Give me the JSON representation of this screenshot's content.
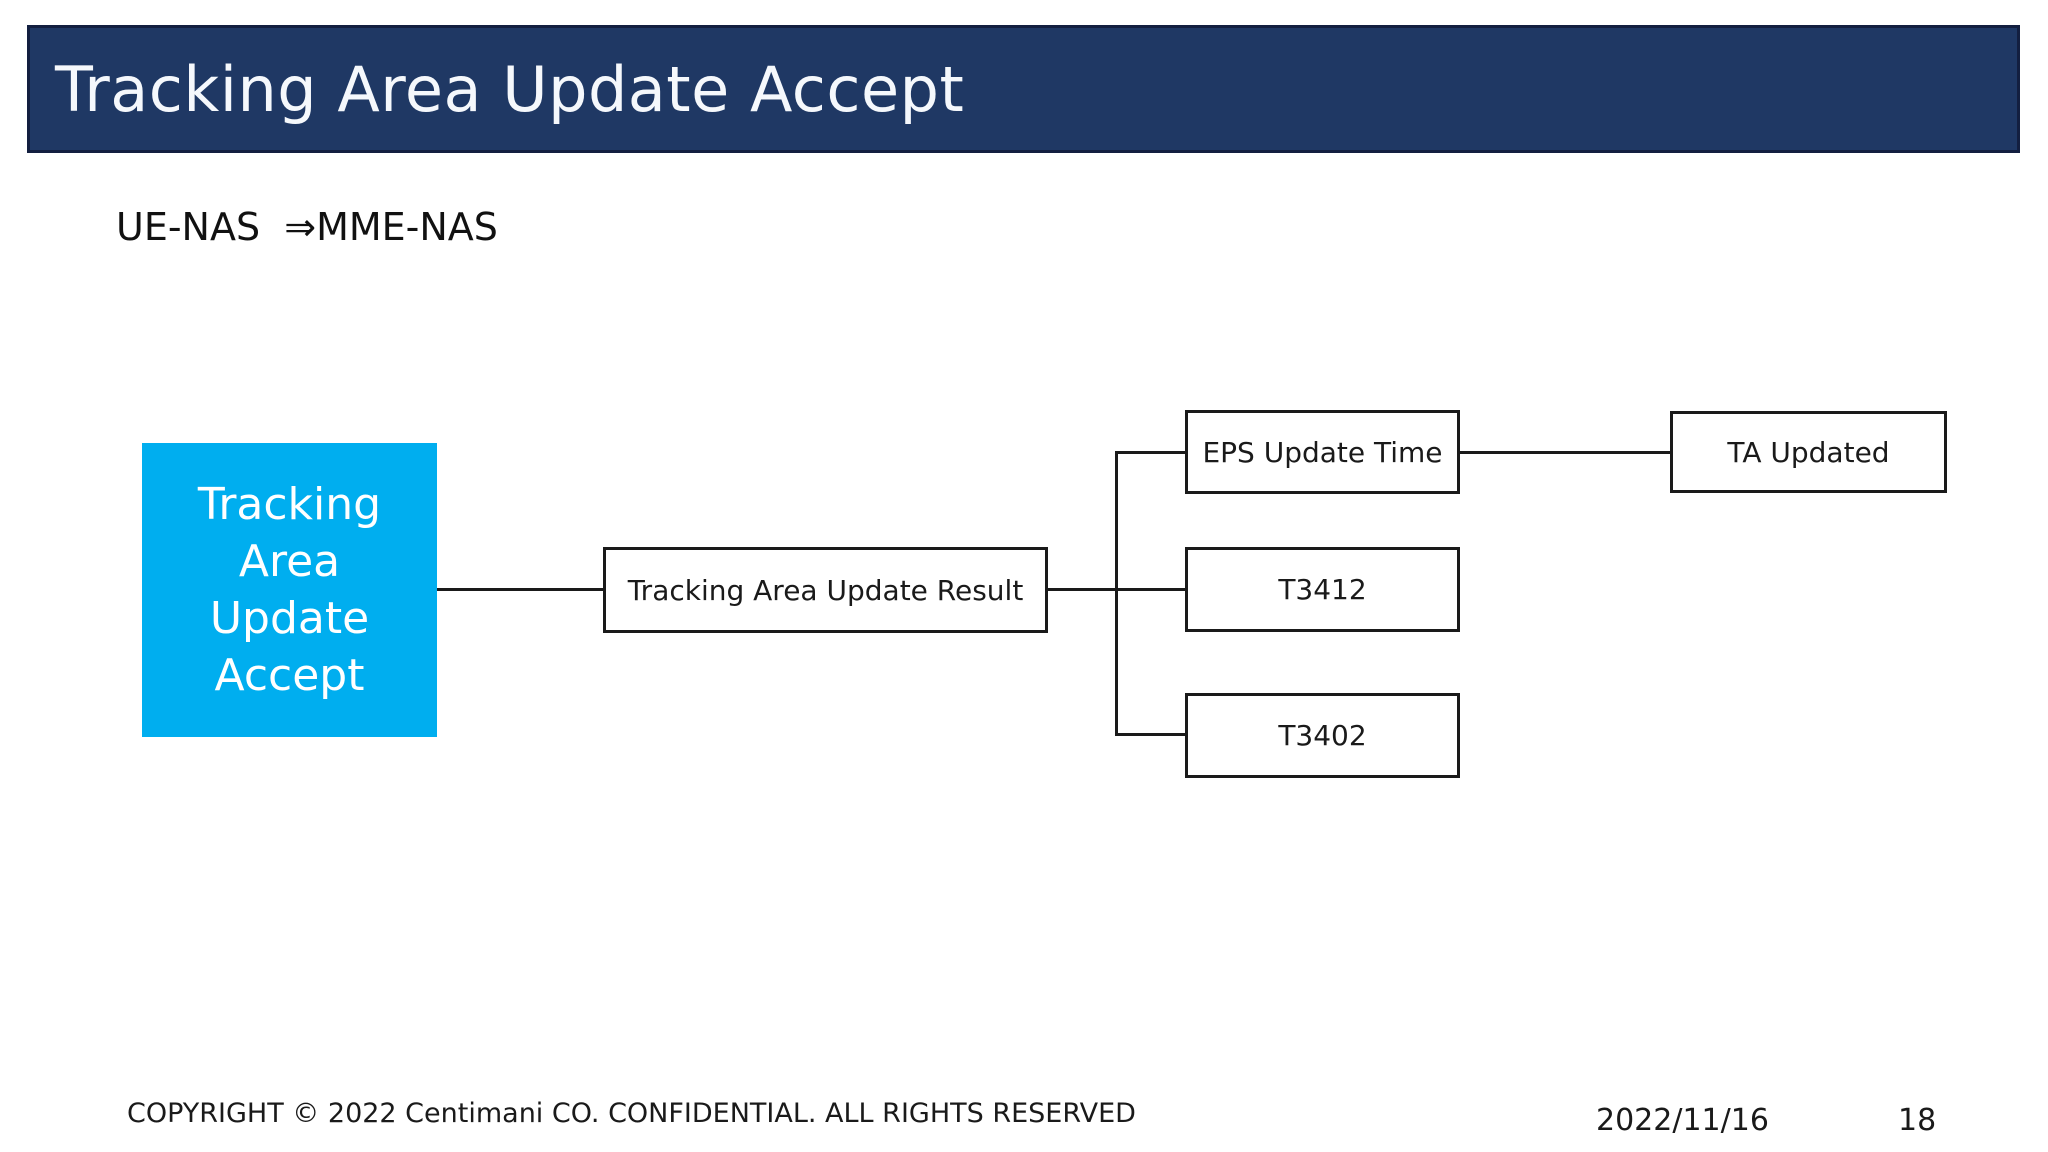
{
  "slide": {
    "title": "Tracking Area Update Accept",
    "subtitle": "UE-NAS  ⇒MME-NAS"
  },
  "diagram": {
    "root": {
      "label": "Tracking Area Update Accept"
    },
    "nodes": {
      "result": {
        "label": "Tracking Area Update Result"
      },
      "eps_update_time": {
        "label": "EPS Update Time"
      },
      "t3412": {
        "label": "T3412"
      },
      "t3402": {
        "label": "T3402"
      },
      "ta_updated": {
        "label": "TA Updated"
      }
    },
    "edges": [
      {
        "from": "root",
        "to": "result"
      },
      {
        "from": "result",
        "to": "eps_update_time"
      },
      {
        "from": "result",
        "to": "t3412"
      },
      {
        "from": "result",
        "to": "t3402"
      },
      {
        "from": "eps_update_time",
        "to": "ta_updated"
      }
    ]
  },
  "footer": {
    "copyright": "COPYRIGHT © 2022 Centimani CO. CONFIDENTIAL. ALL RIGHTS RESERVED",
    "date": "2022/11/16",
    "page_number": "18"
  },
  "colors": {
    "title_bar_fill": "#1F3864",
    "title_bar_border": "#131F40",
    "title_text": "#F5F8FC",
    "root_node_fill": "#00AEEF",
    "root_node_text": "#FFFFFF",
    "node_border": "#1A1A1A",
    "connector_line": "#1A1A1A",
    "background": "#FFFFFF"
  }
}
